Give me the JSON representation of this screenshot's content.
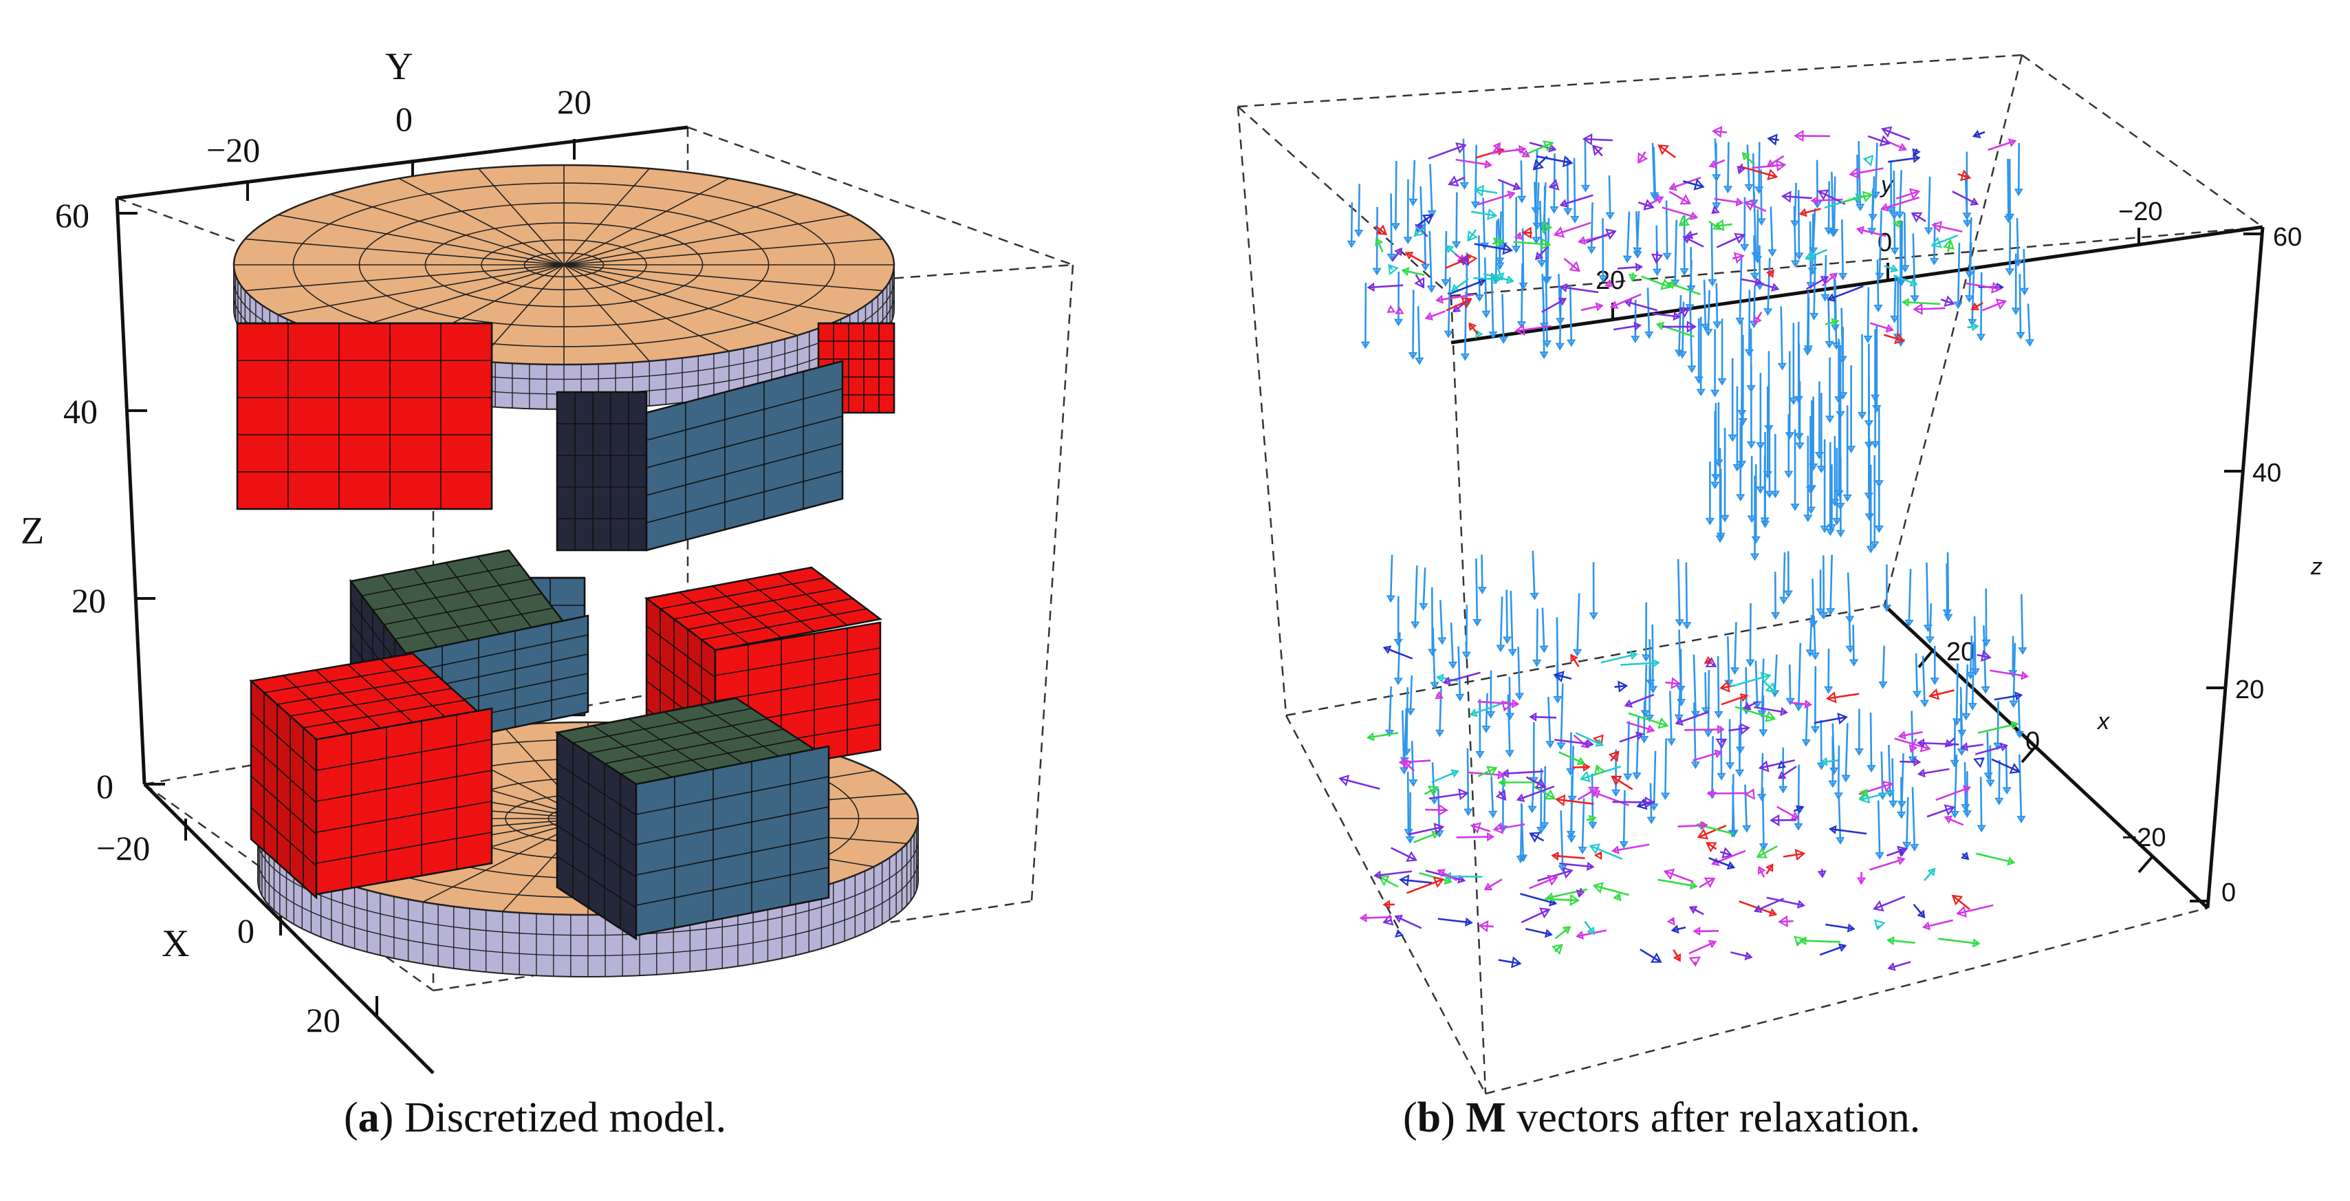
{
  "panel_a": {
    "caption_label": "a",
    "caption_text": "Discretized model.",
    "axes": {
      "x_label": "X",
      "y_label": "Y",
      "z_label": "Z",
      "x_ticks": [
        "−20",
        "0",
        "20"
      ],
      "y_ticks": [
        "−20",
        "0",
        "20"
      ],
      "z_ticks": [
        "0",
        "20",
        "40",
        "60"
      ]
    },
    "colors": {
      "disk_top": "#e8b07e",
      "disk_side": "#b7b3d6",
      "block_red": "#ee1111",
      "block_blue": "#3c6683",
      "block_green": "#3f5a44",
      "block_dark": "#25283a"
    }
  },
  "panel_b": {
    "caption_label": "b",
    "caption_bold": "M",
    "caption_text": "vectors after relaxation.",
    "axes": {
      "x_label": "x",
      "y_label": "y",
      "z_label": "z",
      "x_ticks": [
        "20",
        "0",
        "−20"
      ],
      "y_ticks": [
        "20",
        "0",
        "−20"
      ],
      "z_ticks": [
        "0",
        "20",
        "40",
        "60"
      ]
    },
    "colors": {
      "vec_blue": "#2f95ea",
      "vec_magenta": "#d238e6",
      "vec_purple": "#7a2ee0",
      "vec_red": "#ee2222",
      "vec_green": "#33dd44",
      "vec_cyan": "#22cccc",
      "vec_darkblue": "#2233cc"
    }
  }
}
